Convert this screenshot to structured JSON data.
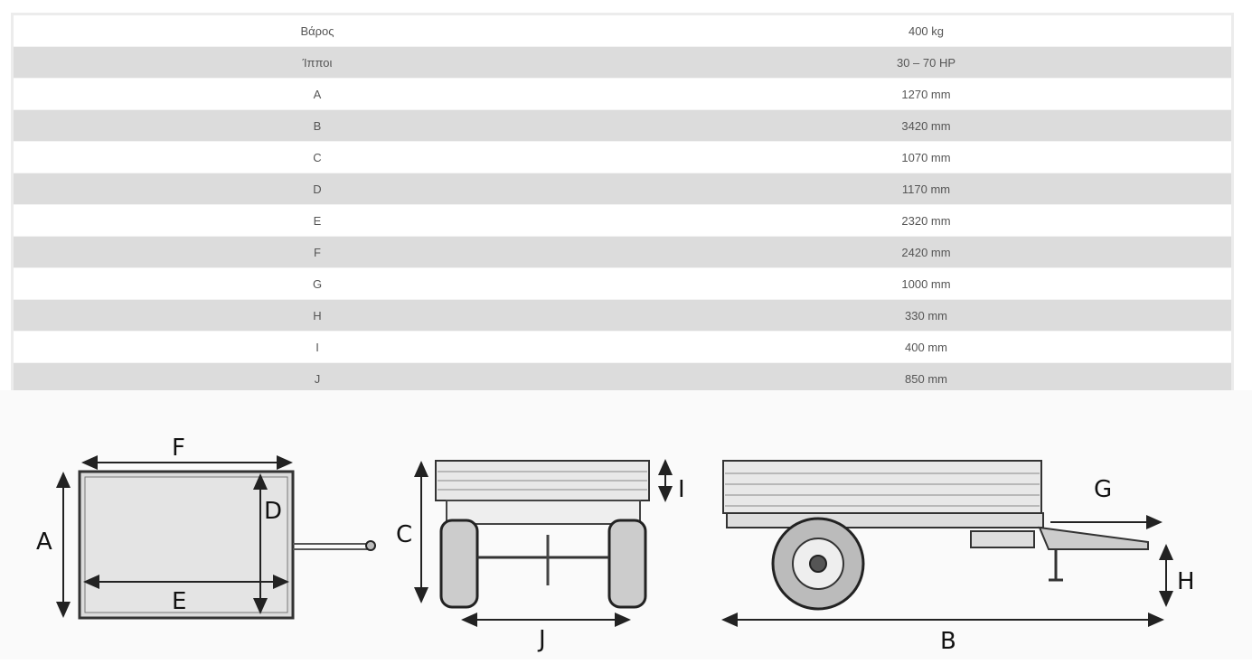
{
  "specs": [
    {
      "label": "Βάρος",
      "value": "400 kg"
    },
    {
      "label": "Ίπποι",
      "value": "30 – 70 HP"
    },
    {
      "label": "A",
      "value": "1270 mm"
    },
    {
      "label": "B",
      "value": "3420 mm"
    },
    {
      "label": "C",
      "value": "1070 mm"
    },
    {
      "label": "D",
      "value": "1170 mm"
    },
    {
      "label": "E",
      "value": "2320 mm"
    },
    {
      "label": "F",
      "value": "2420 mm"
    },
    {
      "label": "G",
      "value": "1000 mm"
    },
    {
      "label": "H",
      "value": "330 mm"
    },
    {
      "label": "I",
      "value": "400 mm"
    },
    {
      "label": "J",
      "value": "850 mm"
    }
  ]
}
